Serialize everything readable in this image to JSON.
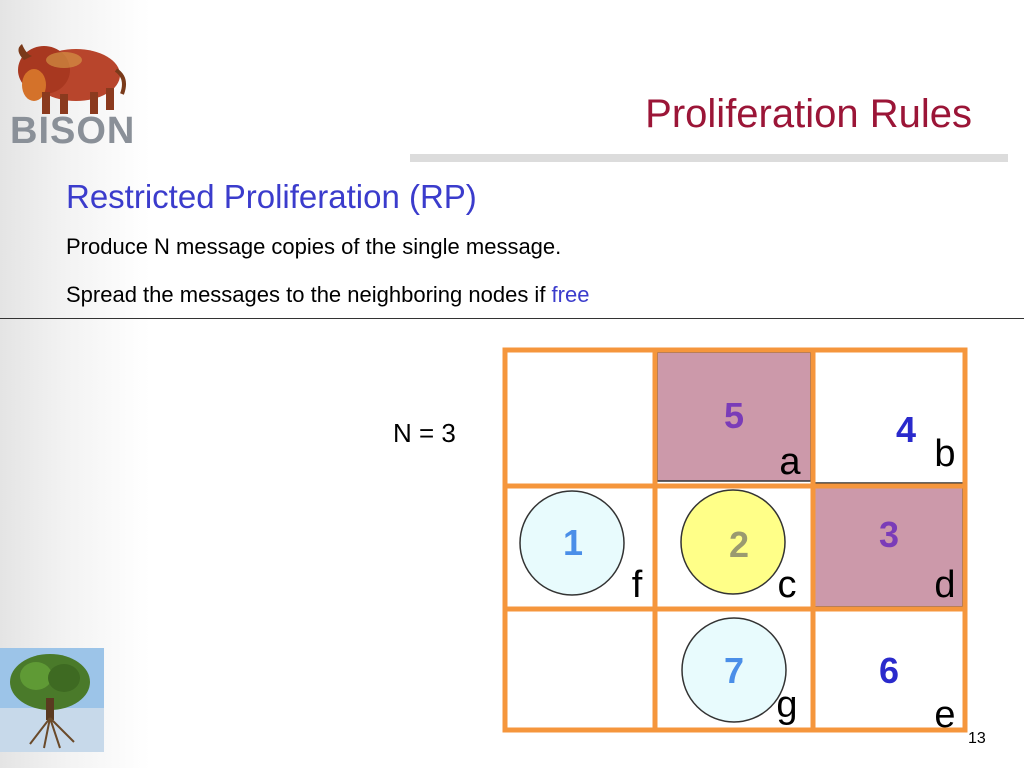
{
  "slide": {
    "logo_text": "BISON",
    "title": "Proliferation Rules",
    "subtitle": "Restricted Proliferation (RP)",
    "line1": "Produce N message copies of the single message.",
    "line2_prefix": "Spread the messages to the neighboring nodes if ",
    "line2_highlight": "free",
    "n_label": "N = 3",
    "page_number": "13"
  },
  "diagram": {
    "colors": {
      "grid_border": "#f5963c",
      "occupied_fill": "#cc99aa",
      "message_circle": "#e8fbfd",
      "current_circle": "#ffff88",
      "number_purple": "#7a3cb8",
      "number_blue": "#2a2acc",
      "number_light_blue": "#4a8ee8",
      "number_tan": "#9a9a70"
    },
    "cells": [
      {
        "id": "a",
        "letter": "a",
        "number": "5",
        "state": "occupied"
      },
      {
        "id": "b",
        "letter": "b",
        "number": "4",
        "state": "free"
      },
      {
        "id": "f",
        "letter": "f",
        "number": "1",
        "state": "message"
      },
      {
        "id": "c",
        "letter": "c",
        "number": "2",
        "state": "current"
      },
      {
        "id": "d",
        "letter": "d",
        "number": "3",
        "state": "occupied"
      },
      {
        "id": "g",
        "letter": "g",
        "number": "7",
        "state": "message"
      },
      {
        "id": "e",
        "letter": "e",
        "number": "6",
        "state": "free"
      }
    ]
  }
}
